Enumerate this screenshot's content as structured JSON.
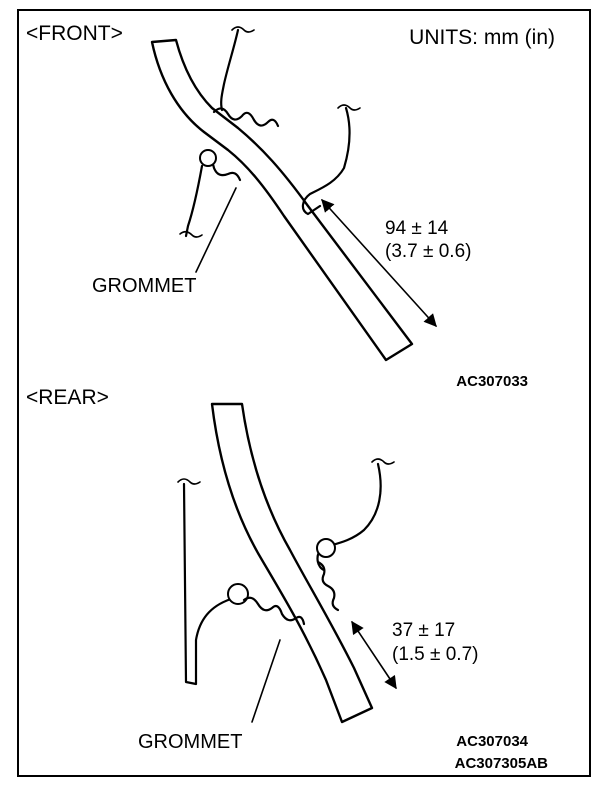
{
  "front": {
    "title": "<FRONT>",
    "units": "UNITS: mm (in)",
    "dimension_mm": "94 ± 14",
    "dimension_in": "(3.7 ± 0.6)",
    "part_label": "GROMMET",
    "figure_code": "AC307033"
  },
  "rear": {
    "title": "<REAR>",
    "dimension_mm": "37 ± 17",
    "dimension_in": "(1.5 ± 0.7)",
    "part_label": "GROMMET",
    "figure_code": "AC307034"
  },
  "sheet_code": "AC307305AB"
}
